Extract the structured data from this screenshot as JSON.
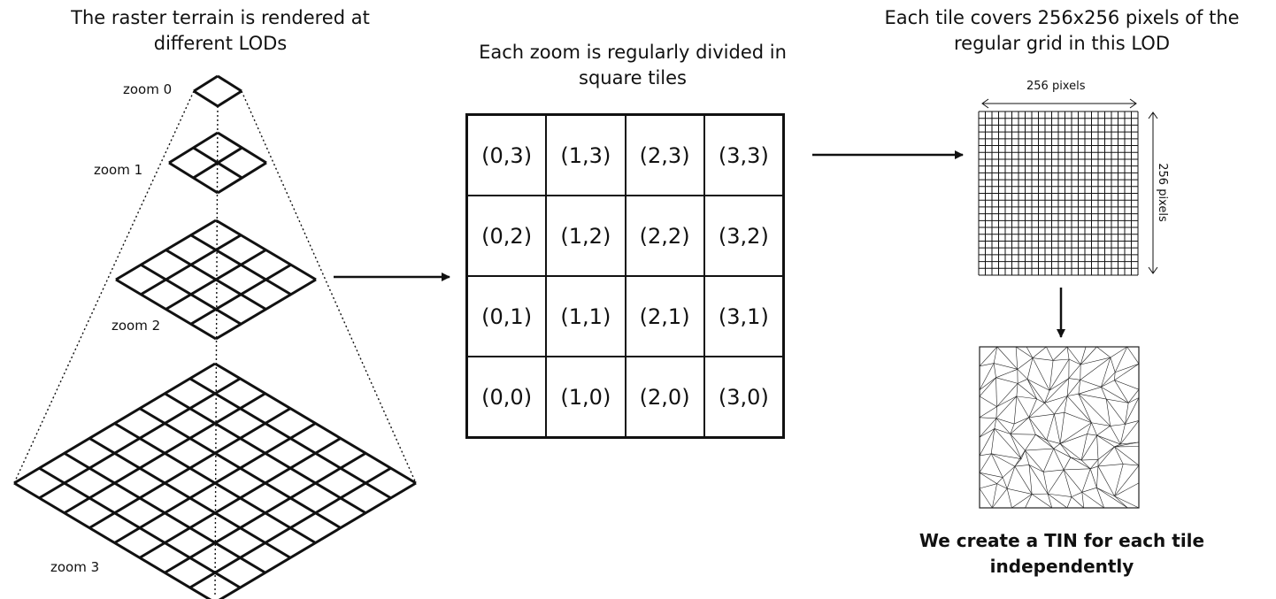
{
  "left_title": [
    "The raster terrain is rendered at",
    "different LODs"
  ],
  "zoom_labels": [
    "zoom 0",
    "zoom 1",
    "zoom 2",
    "zoom 3"
  ],
  "middle_title": [
    "Each zoom is regularly divided in",
    "square tiles"
  ],
  "tiles": [
    [
      "(0,3)",
      "(1,3)",
      "(2,3)",
      "(3,3)"
    ],
    [
      "(0,2)",
      "(1,2)",
      "(2,2)",
      "(3,2)"
    ],
    [
      "(0,1)",
      "(1,1)",
      "(2,1)",
      "(3,1)"
    ],
    [
      "(0,0)",
      "(1,0)",
      "(2,0)",
      "(3,0)"
    ]
  ],
  "right_title": [
    "Each tile covers 256x256 pixels of the",
    "regular grid in this LOD"
  ],
  "pixel_label_width": "256 pixels",
  "pixel_label_height": "256 pixels",
  "tin_caption": [
    "We create a TIN for each tile",
    "independently"
  ]
}
